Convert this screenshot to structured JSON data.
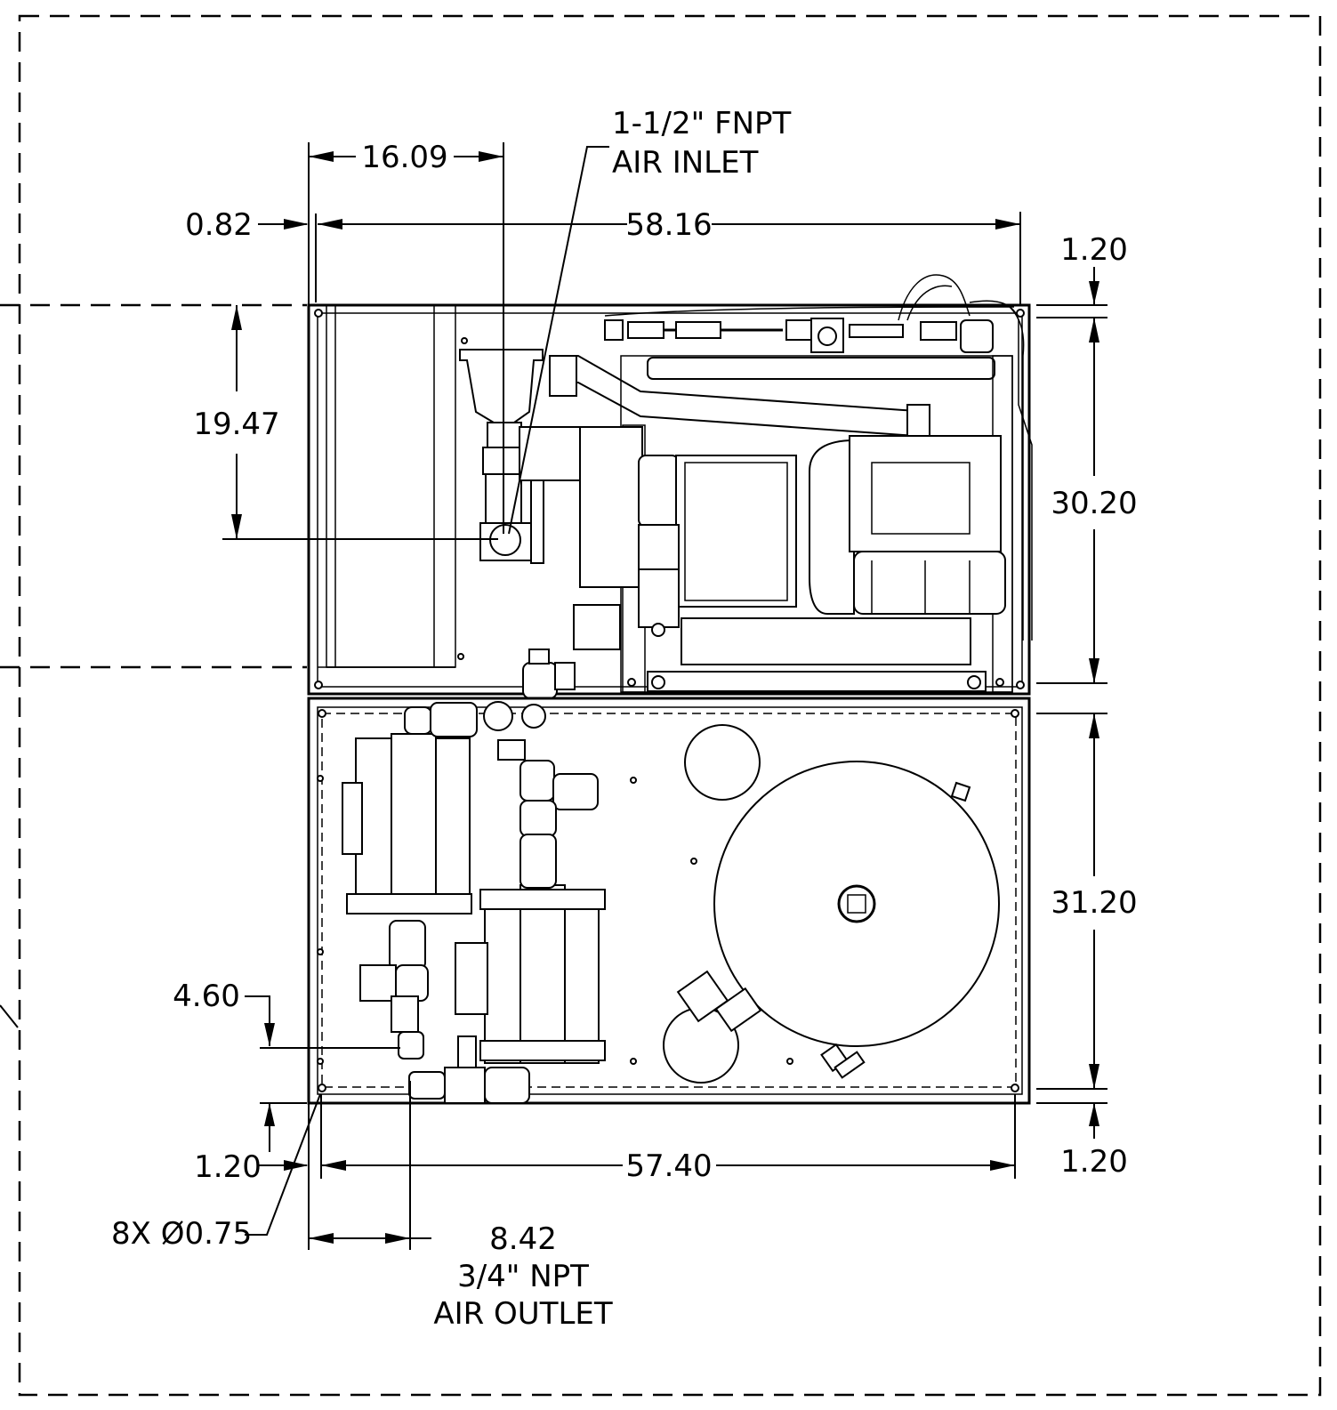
{
  "dimensions": {
    "top_offset": "16.09",
    "left_clearance": "0.82",
    "top_width": "58.16",
    "top_right_clearance": "1.20",
    "inlet_height": "19.47",
    "upper_height": "30.20",
    "lower_height": "31.20",
    "outlet_height": "4.60",
    "bottom_left_clearance": "1.20",
    "bottom_width": "57.40",
    "bottom_right_clearance": "1.20",
    "outlet_offset": "8.42"
  },
  "callouts": {
    "inlet_line1": "1-1/2\" FNPT",
    "inlet_line2": "AIR INLET",
    "holes": "8X Ø0.75",
    "outlet_line1": "3/4\" NPT",
    "outlet_line2": "AIR OUTLET"
  }
}
